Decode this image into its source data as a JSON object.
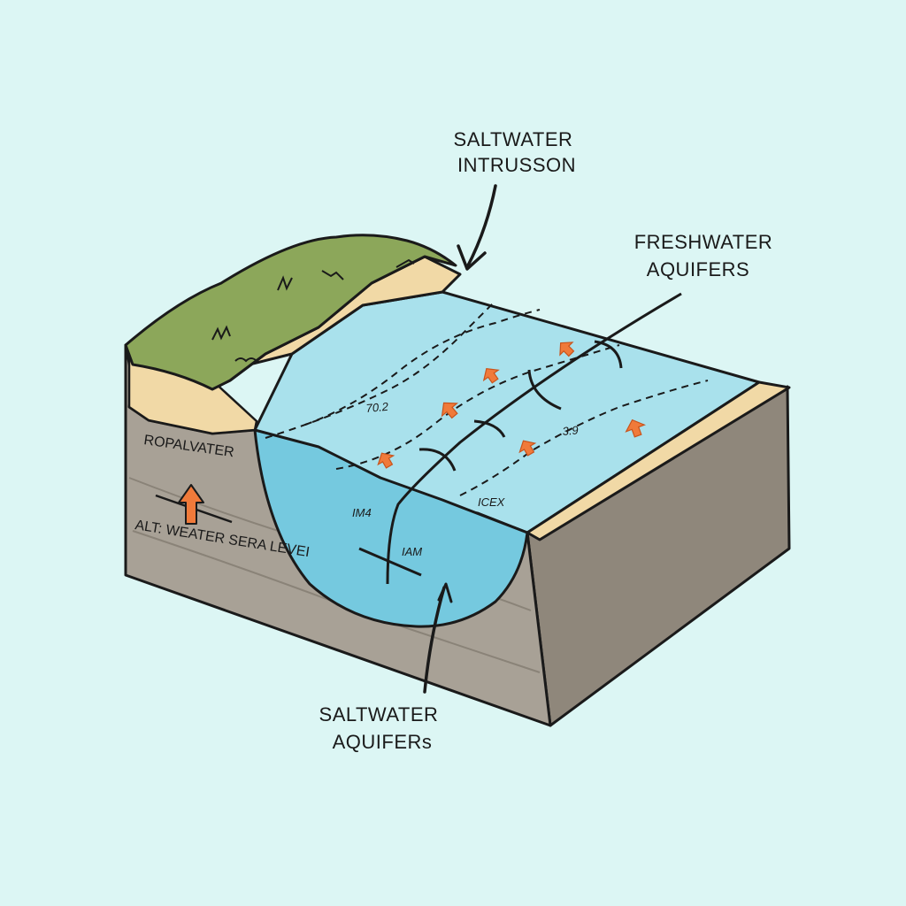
{
  "labels": {
    "saltwater_intrusion": [
      "SALTWATER",
      "INTRUSSON"
    ],
    "freshwater_aquifers": [
      "FRESHWATER",
      "AQUIFERS"
    ],
    "saltwater_aquifers": [
      "SALTWATER",
      "AQUIFERs"
    ],
    "left_side": {
      "title": "ROPALVATER",
      "caption": "ALT: WEATER SERA LEVEI"
    },
    "water_marks": {
      "m1": "IM4",
      "m2": "IAM",
      "m3": "ICEX",
      "m4": "70.2",
      "m5": "3.9"
    }
  },
  "colors": {
    "background": "#dcf6f4",
    "grass": "#8ca75a",
    "sand": "#f1d9a6",
    "rock_front": "#a8a196",
    "rock_right": "#8f877b",
    "water_surface": "#a9e1ec",
    "water_body": "#75c9df",
    "arrow_orange": "#f07a3a",
    "outline": "#1a1a1a"
  }
}
